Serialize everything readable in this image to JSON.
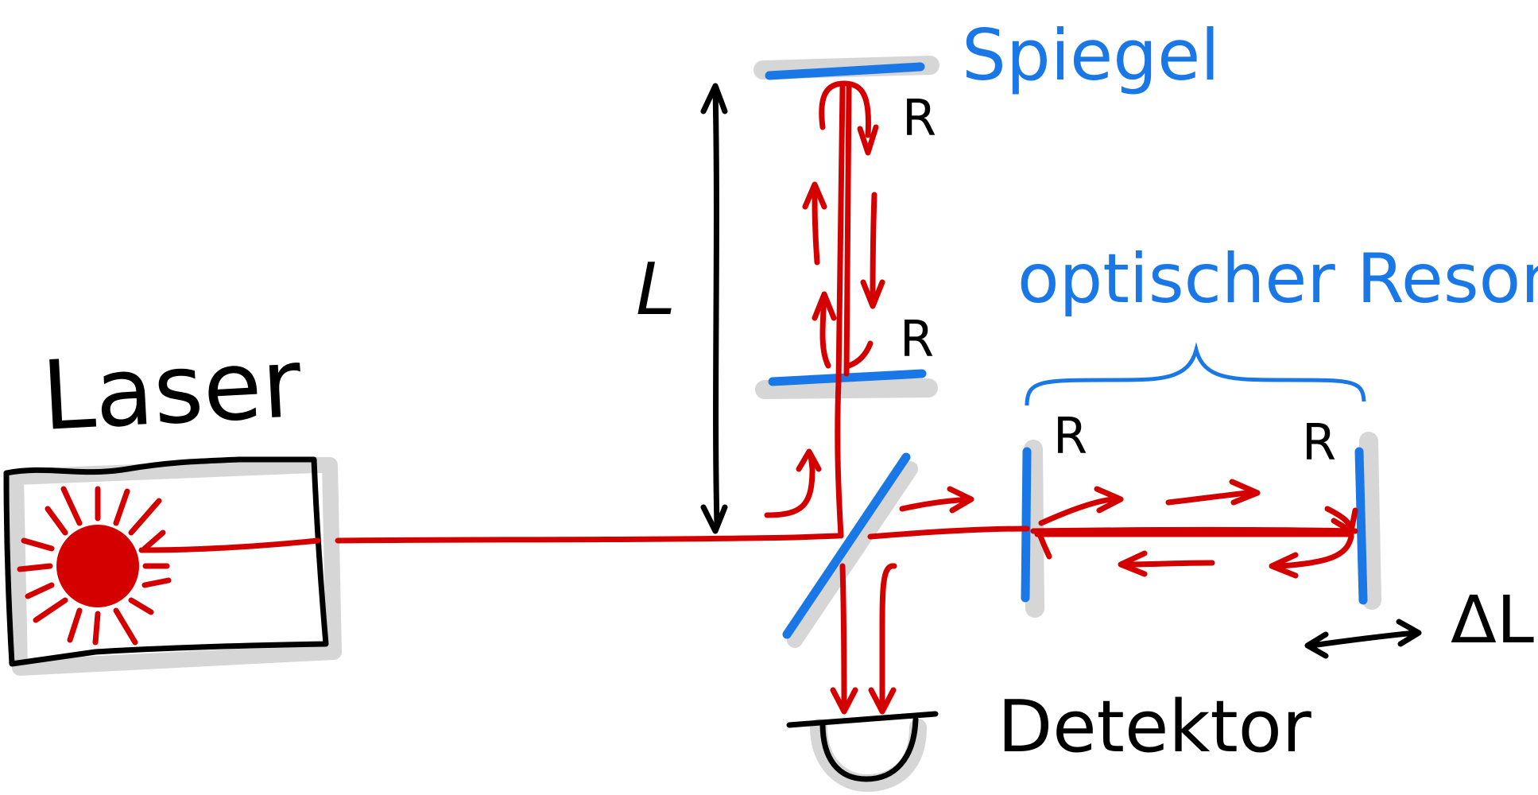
{
  "labels": {
    "laser": "Laser",
    "mirror": "Spiegel",
    "resonator": "optischer Resonator",
    "length": "L",
    "detector": "Detektor",
    "delta_length": "ΔL",
    "r_mirror_top": "R",
    "r_mirror_bottom": "R",
    "r_resonator_left": "R",
    "r_resonator_right": "R"
  },
  "colors": {
    "beam": "#d40000",
    "optics": "#1a78e6",
    "ink": "#000000",
    "shadow": "#cccccc"
  },
  "icons": {
    "laser_source": "sun-burst-icon",
    "detector": "half-circle-detector-icon"
  }
}
